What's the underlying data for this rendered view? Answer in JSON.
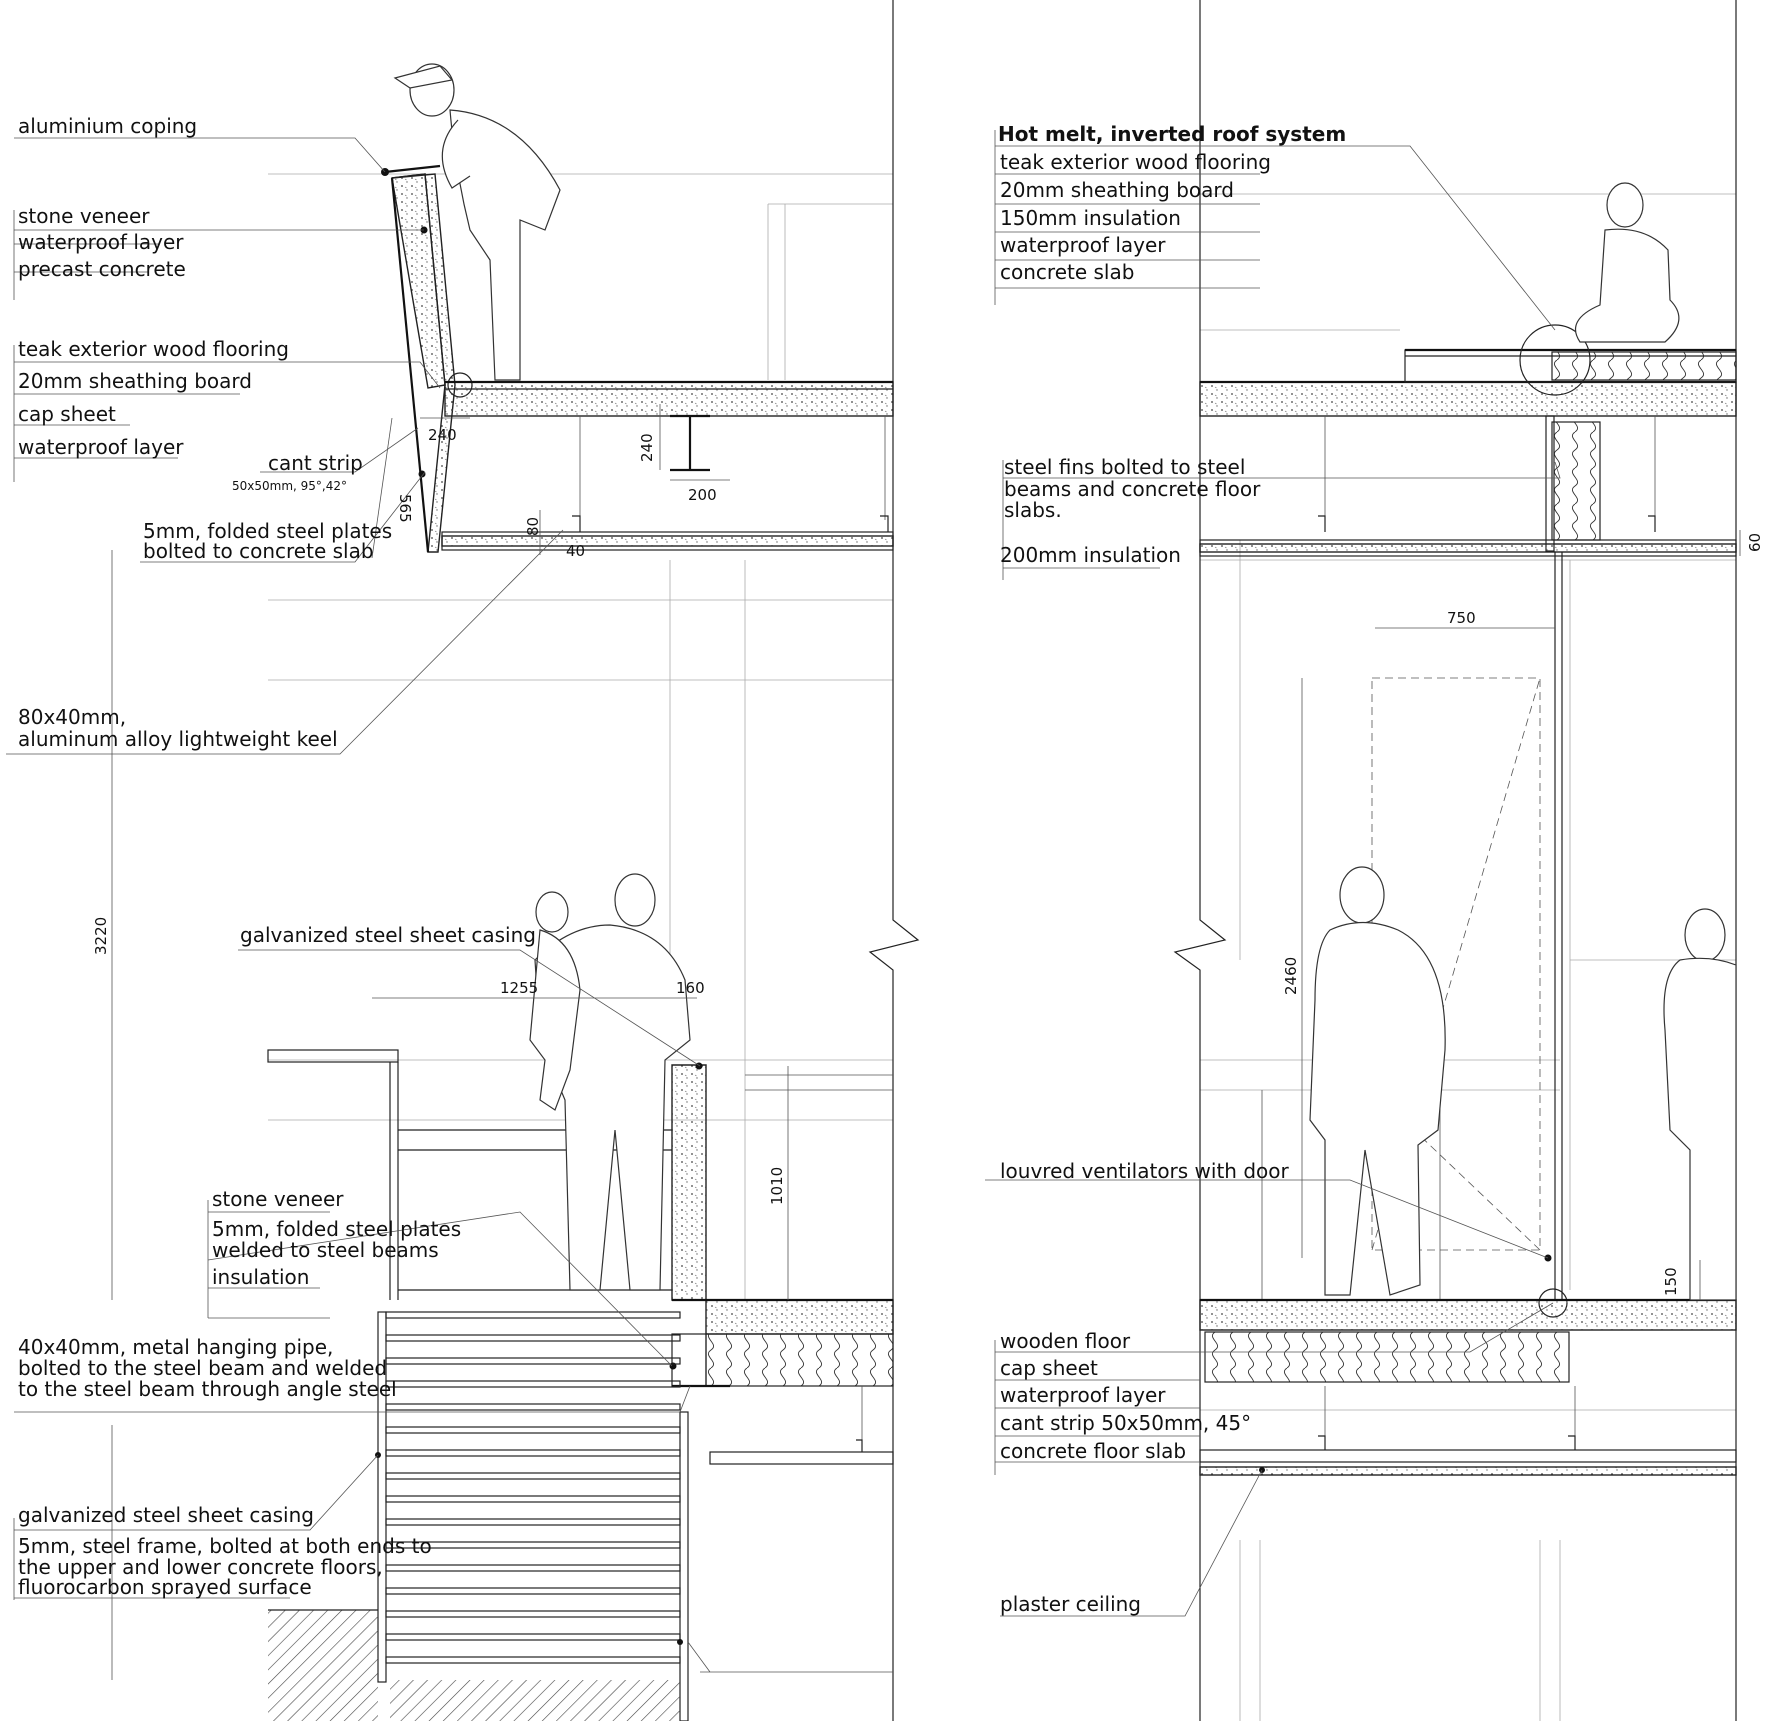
{
  "left": {
    "labels": {
      "aluminium_coping": "aluminium coping",
      "stone_veneer_top": "stone veneer",
      "waterproof_layer_top": "waterproof layer",
      "precast_concrete": "precast concrete",
      "teak_flooring": "teak exterior wood flooring",
      "sheathing_board": "20mm sheathing board",
      "cap_sheet": "cap sheet",
      "waterproof_layer_2": "waterproof layer",
      "cant_strip": "cant strip",
      "cant_strip_spec": "50x50mm, 95°,42°",
      "steel_plates_1": "5mm, folded steel plates",
      "steel_plates_2": "bolted to concrete slab",
      "keel_1": "80x40mm,",
      "keel_2": "aluminum alloy lightweight keel",
      "galv_casing_mid": "galvanized steel sheet casing",
      "stone_veneer_low": "stone veneer",
      "folded_plates_low_1": "5mm, folded steel plates",
      "folded_plates_low_2": "welded to steel beams",
      "insulation": "insulation",
      "pipe_1": "40x40mm, metal hanging pipe,",
      "pipe_2": "bolted to the steel beam and welded",
      "pipe_3": "to the steel beam through angle steel",
      "galv_casing_low": "galvanized steel sheet casing",
      "frame_1": "5mm, steel frame, bolted at both ends to",
      "frame_2": "the upper and lower concrete floors,",
      "frame_3": "fluorocarbon sprayed surface"
    },
    "dims": {
      "d240a": "240",
      "d240b": "240",
      "d200": "200",
      "d565": "565",
      "d80": "80",
      "d40": "40",
      "d3220": "3220",
      "d1255": "1255",
      "d160": "160",
      "d1010": "1010"
    }
  },
  "right": {
    "labels": {
      "roof_title": "Hot melt, inverted roof system",
      "teak_flooring": "teak exterior wood flooring",
      "sheathing_board": "20mm sheathing board",
      "insulation_150": "150mm insulation",
      "waterproof_layer": "waterproof layer",
      "concrete_slab": "concrete slab",
      "fins_1": "steel fins bolted to steel",
      "fins_2": "beams and concrete floor",
      "fins_3": "slabs.",
      "insulation_200": "200mm insulation",
      "louvred": "louvred ventilators with door",
      "wooden_floor": "wooden floor",
      "cap_sheet": "cap sheet",
      "waterproof_layer_low": "waterproof layer",
      "cant_strip": "cant strip 50x50mm, 45°",
      "floor_slab": "concrete floor slab",
      "plaster_ceiling": "plaster ceiling"
    },
    "dims": {
      "d750": "750",
      "d2460": "2460",
      "d60": "60",
      "d150": "150"
    }
  }
}
